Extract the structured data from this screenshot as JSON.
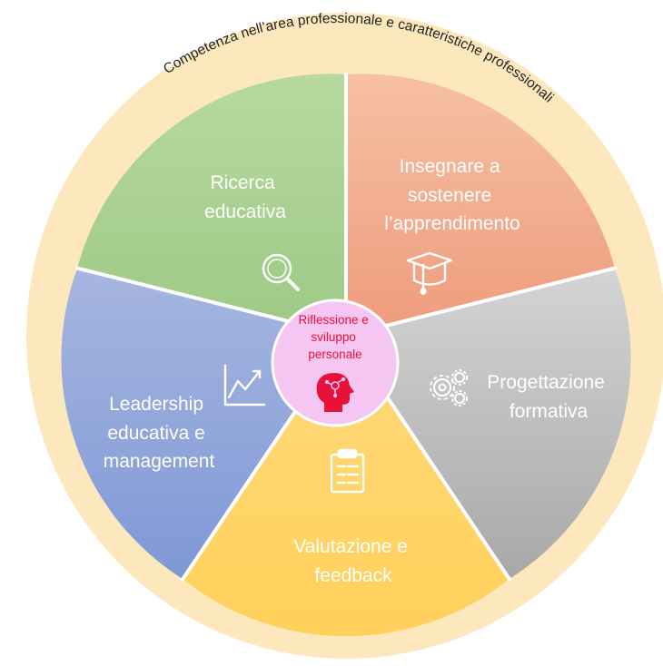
{
  "ring": {
    "title": "Competenza nell’area professionale e caratteristiche professionali",
    "color": "#fde8bd"
  },
  "segments": [
    {
      "id": "ricerca",
      "lines": [
        "Ricerca",
        "educativa"
      ],
      "color": "#a9d18e",
      "icon": "magnifier-icon"
    },
    {
      "id": "insegnare",
      "lines": [
        "Insegnare a",
        "sostenere",
        "l’apprendimento"
      ],
      "color": "#f4b183",
      "icon": "graduation-cap-icon"
    },
    {
      "id": "progettazione",
      "lines": [
        "Progettazione",
        "formativa"
      ],
      "color": "#bfbfbf",
      "icon": "gears-icon"
    },
    {
      "id": "valutazione",
      "lines": [
        "Valutazione e",
        "feedback"
      ],
      "color": "#ffd966",
      "icon": "clipboard-icon"
    },
    {
      "id": "leadership",
      "lines": [
        "Leadership",
        "educativa e",
        "management"
      ],
      "color": "#8fa7dc",
      "icon": "line-chart-icon"
    }
  ],
  "center": {
    "lines": [
      "Riflessione e",
      "sviluppo",
      "personale"
    ],
    "color": "#f6c6f3",
    "text_color": "#e8113a",
    "icon": "head-brain-icon"
  }
}
